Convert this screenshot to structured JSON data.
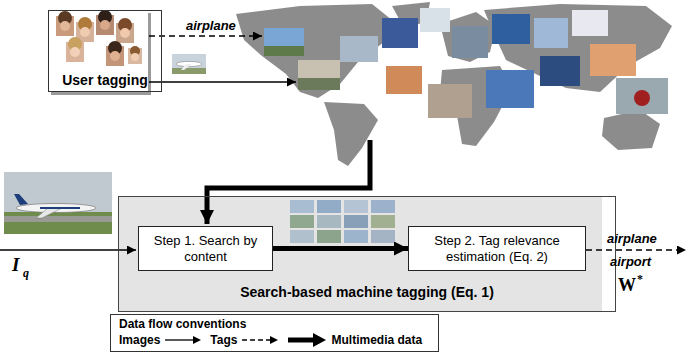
{
  "diagram": {
    "nodes": [
      {
        "text": [
          "User tagging"
        ]
      },
      {
        "text": [
          "Search-based machine tagging (Eq. 1)"
        ]
      },
      {
        "text": [
          "Step 1. Search by content"
        ],
        "in": 1
      },
      {
        "text": [
          "Step 2. Tag relevance estimation (Eq. 2)"
        ],
        "in": 1
      }
    ],
    "edges": [
      {
        "from": 2,
        "to": 3,
        "arrow": "to"
      }
    ],
    "labels": [
      "airplane",
      "I",
      "q",
      "airplane",
      "airport",
      "W",
      "*",
      "Data flow conventions"
    ],
    "legend": [
      {
        "text": "Images"
      },
      {
        "text": "Tags"
      },
      {
        "text": "Multimedia data"
      }
    ]
  }
}
